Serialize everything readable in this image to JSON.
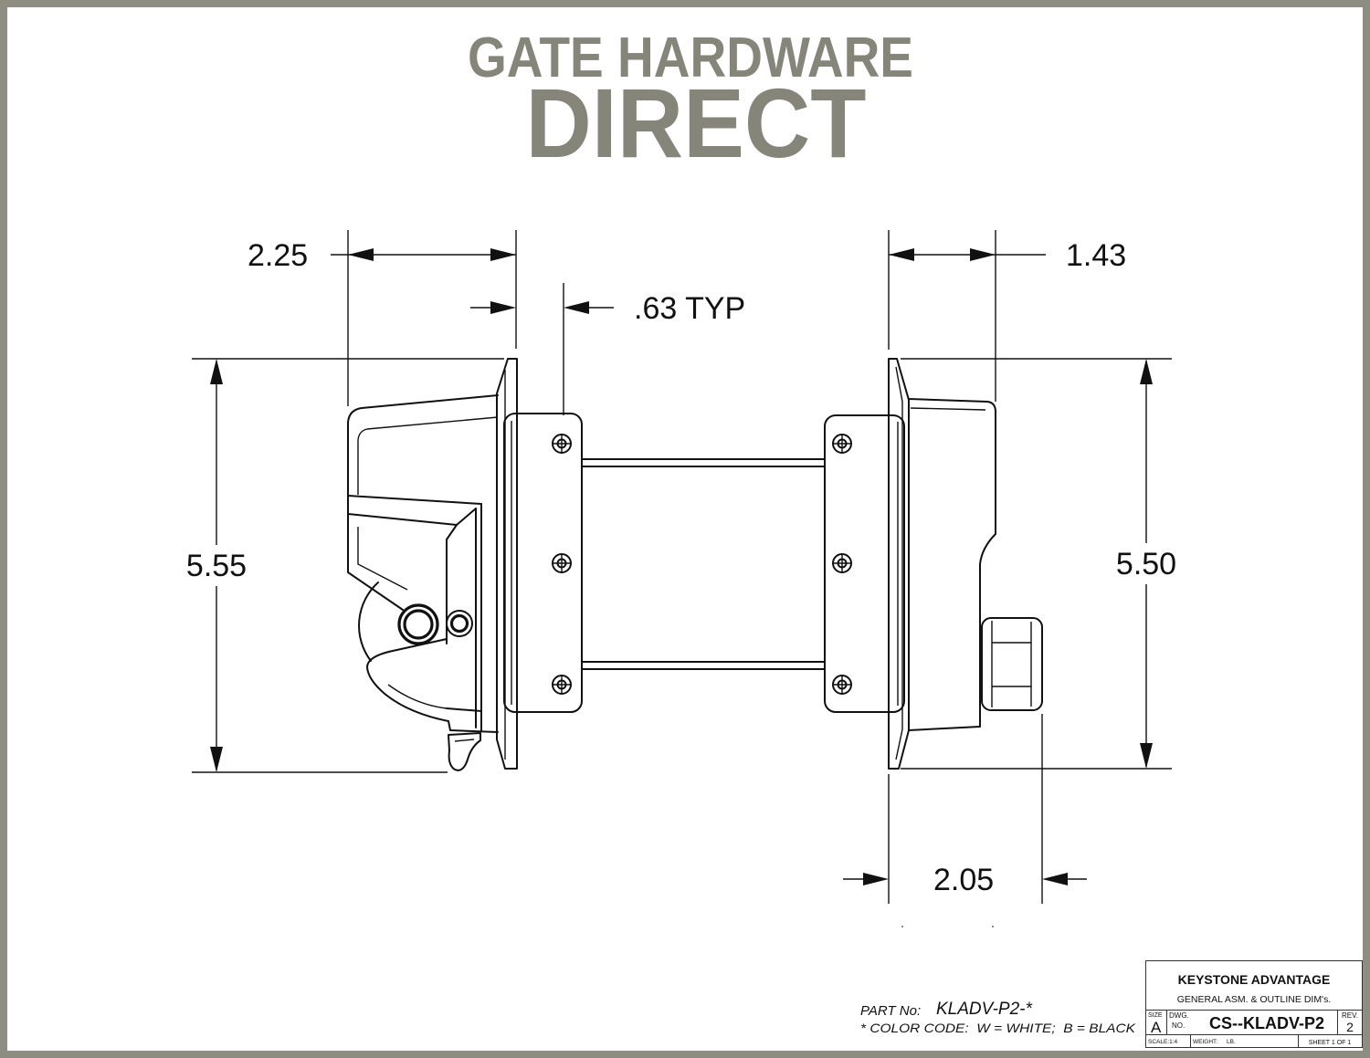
{
  "header": {
    "line1": "GATE HARDWARE",
    "line2": "DIRECT"
  },
  "dimensions": {
    "latch_width": "2.25",
    "flange_thickness": ".63 TYP",
    "handle_width": "1.43",
    "latch_height": "5.55",
    "handle_height": "5.50",
    "knob_projection": "2.05"
  },
  "part_info": {
    "part_label": "PART No:",
    "part_number": "KLADV-P2-*",
    "color_code": "* COLOR CODE:  W = WHITE;  B = BLACK"
  },
  "title_block": {
    "company": "KEYSTONE ADVANTAGE",
    "drawing_title": "GENERAL ASM. & OUTLINE DIM's.",
    "size_label": "SIZE",
    "size_value": "A",
    "dwg_label_line1": "DWG.",
    "dwg_label_line2": "NO.",
    "dwg_number": "CS--KLADV-P2",
    "rev_label": "REV.",
    "rev_value": "2",
    "scale": "SCALE:1:4",
    "weight_label": "WEIGHT:",
    "weight_unit": "LB.",
    "sheet": "SHEET 1 OF 1"
  },
  "colors": {
    "brand": "#85857a",
    "frame": "#8e8d82",
    "ink": "#111111"
  }
}
